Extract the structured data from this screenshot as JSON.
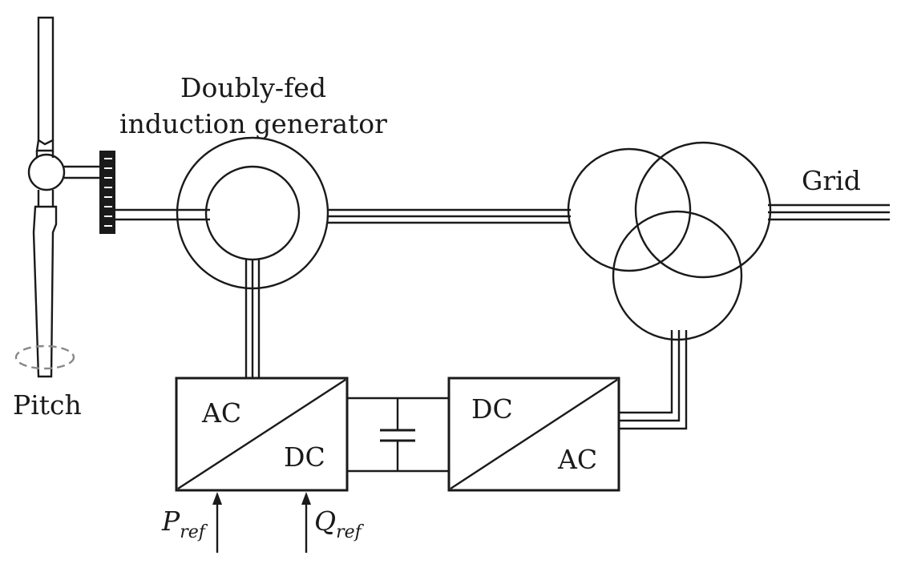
{
  "labels": {
    "generator_line1": "Doubly-fed",
    "generator_line2": "induction generator",
    "grid": "Grid",
    "pitch": "Pitch",
    "rotor_converter_ac": "AC",
    "rotor_converter_dc": "DC",
    "grid_converter_dc": "DC",
    "grid_converter_ac": "AC",
    "p_ref_main": "P",
    "p_ref_sub": "ref",
    "q_ref_main": "Q",
    "q_ref_sub": "ref"
  },
  "colors": {
    "stroke": "#1a1a1a",
    "pitch_ellipse": "#888888",
    "background": "#ffffff"
  },
  "icons": {
    "turbine": "wind-turbine-blades-icon",
    "gearbox": "gearbox-icon",
    "transformer": "three-winding-transformer-icon",
    "capacitor": "dc-link-capacitor-icon"
  }
}
